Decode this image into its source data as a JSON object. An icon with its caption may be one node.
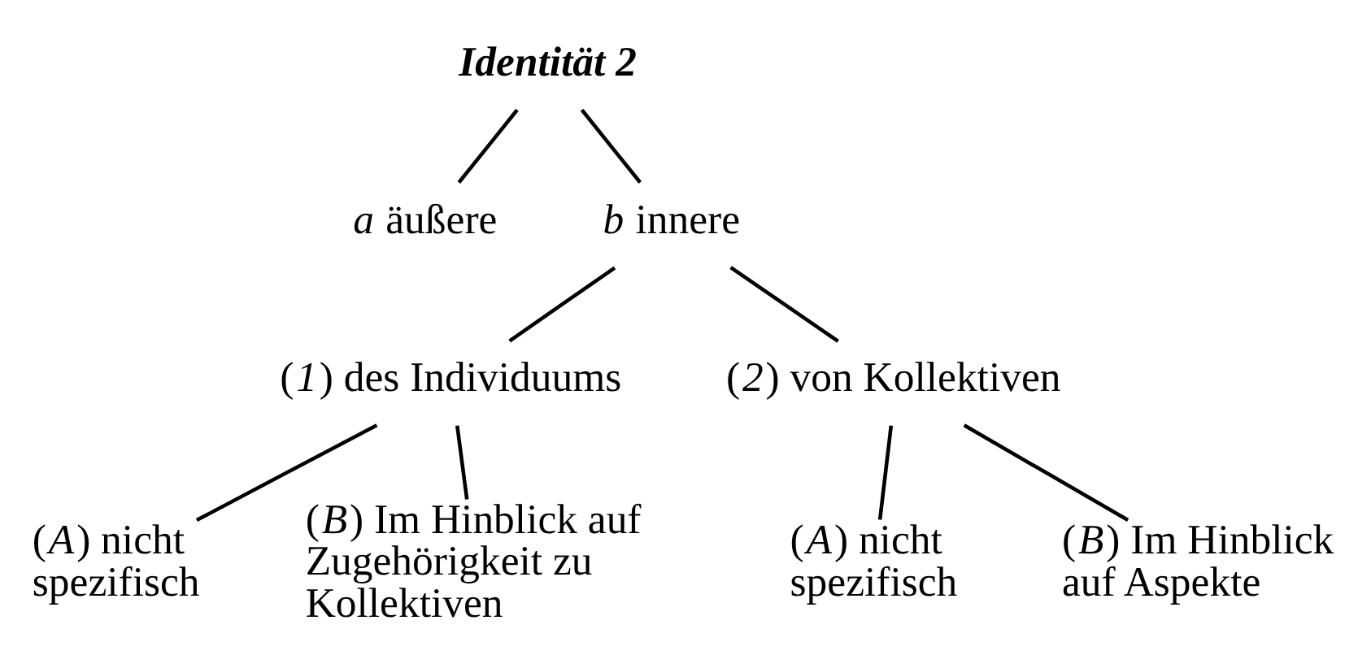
{
  "diagram": {
    "nodes": [
      {
        "text": [
          "Identität 2"
        ]
      },
      {
        "text": [
          "*a* äußere"
        ]
      },
      {
        "text": [
          "*b* innere"
        ]
      },
      {
        "text": [
          "(*1*) des Individuums"
        ]
      },
      {
        "text": [
          "(*2*) von Kollektiven"
        ]
      },
      {
        "text": [
          "(*A*) nicht spezifisch"
        ]
      },
      {
        "text": [
          "(*B*) Im Hinblick auf Zugehörigkeit zu Kollektiven"
        ]
      },
      {
        "text": [
          "(*A*) nicht spezifisch"
        ]
      },
      {
        "text": [
          "(*B*) Im Hinblick auf Aspekte"
        ]
      }
    ],
    "edges": [
      {
        "from": 0,
        "to": 1,
        "arrow": "none"
      },
      {
        "from": 0,
        "to": 2,
        "arrow": "none"
      },
      {
        "from": 2,
        "to": 3,
        "arrow": "none"
      },
      {
        "from": 2,
        "to": 4,
        "arrow": "none"
      },
      {
        "from": 3,
        "to": 5,
        "arrow": "none"
      },
      {
        "from": 3,
        "to": 6,
        "arrow": "none"
      },
      {
        "from": 4,
        "to": 7,
        "arrow": "none"
      },
      {
        "from": 4,
        "to": 8,
        "arrow": "none"
      }
    ]
  }
}
